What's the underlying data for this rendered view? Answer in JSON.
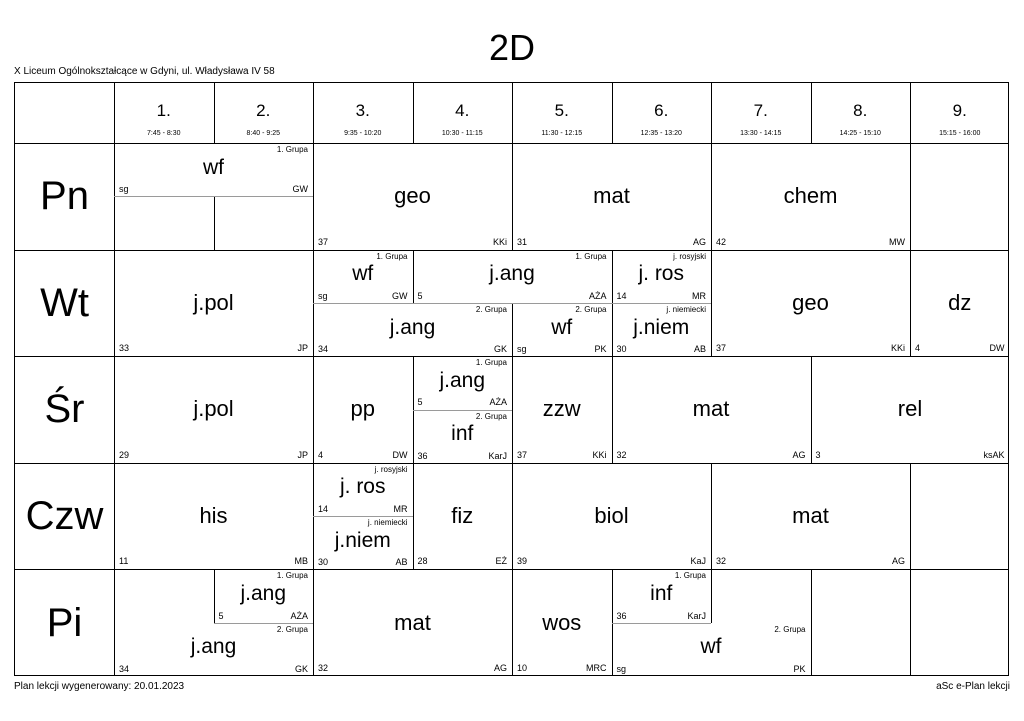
{
  "class_name": "2D",
  "school": "X Liceum Ogólnokształcące w Gdyni, ul. Władysława IV 58",
  "footer": {
    "generated": "Plan lekcji wygenerowany: 20.01.2023",
    "software": "aSc e-Plan lekcji"
  },
  "periods": [
    {
      "num": "1.",
      "time": "7:45 - 8:30"
    },
    {
      "num": "2.",
      "time": "8:40 - 9:25"
    },
    {
      "num": "3.",
      "time": "9:35 - 10:20"
    },
    {
      "num": "4.",
      "time": "10:30 - 11:15"
    },
    {
      "num": "5.",
      "time": "11:30 - 12:15"
    },
    {
      "num": "6.",
      "time": "12:35 - 13:20"
    },
    {
      "num": "7.",
      "time": "13:30 - 14:15"
    },
    {
      "num": "8.",
      "time": "14:25 - 15:10"
    },
    {
      "num": "9.",
      "time": "15:15 - 16:00"
    }
  ],
  "days": [
    "Pn",
    "Wt",
    "Śr",
    "Czw",
    "Pi"
  ],
  "lessons": [
    {
      "day": 0,
      "start": 0,
      "span": 2,
      "half": "top",
      "subject": "wf",
      "group": "1. Grupa",
      "room": "sg",
      "teacher": "GW"
    },
    {
      "day": 0,
      "start": 2,
      "span": 2,
      "half": "full",
      "subject": "geo",
      "group": "",
      "room": "37",
      "teacher": "KKi"
    },
    {
      "day": 0,
      "start": 4,
      "span": 2,
      "half": "full",
      "subject": "mat",
      "group": "",
      "room": "31",
      "teacher": "AG"
    },
    {
      "day": 0,
      "start": 6,
      "span": 2,
      "half": "full",
      "subject": "chem",
      "group": "",
      "room": "42",
      "teacher": "MW"
    },
    {
      "day": 1,
      "start": 0,
      "span": 2,
      "half": "full",
      "subject": "j.pol",
      "group": "",
      "room": "33",
      "teacher": "JP"
    },
    {
      "day": 1,
      "start": 2,
      "span": 1,
      "half": "top",
      "subject": "wf",
      "group": "1. Grupa",
      "room": "sg",
      "teacher": "GW"
    },
    {
      "day": 1,
      "start": 3,
      "span": 2,
      "half": "top",
      "subject": "j.ang",
      "group": "1. Grupa",
      "room": "5",
      "teacher": "AŻA"
    },
    {
      "day": 1,
      "start": 2,
      "span": 2,
      "half": "bottom",
      "subject": "j.ang",
      "group": "2. Grupa",
      "room": "34",
      "teacher": "GK"
    },
    {
      "day": 1,
      "start": 4,
      "span": 1,
      "half": "bottom",
      "subject": "wf",
      "group": "2. Grupa",
      "room": "sg",
      "teacher": "PK"
    },
    {
      "day": 1,
      "start": 5,
      "span": 1,
      "half": "top",
      "subject": "j. ros",
      "group": "j. rosyjski",
      "room": "14",
      "teacher": "MR"
    },
    {
      "day": 1,
      "start": 5,
      "span": 1,
      "half": "bottom",
      "subject": "j.niem",
      "group": "j. niemiecki",
      "room": "30",
      "teacher": "AB"
    },
    {
      "day": 1,
      "start": 6,
      "span": 2,
      "half": "full",
      "subject": "geo",
      "group": "",
      "room": "37",
      "teacher": "KKi"
    },
    {
      "day": 1,
      "start": 8,
      "span": 1,
      "half": "full",
      "subject": "dz",
      "group": "",
      "room": "4",
      "teacher": "DW"
    },
    {
      "day": 2,
      "start": 0,
      "span": 2,
      "half": "full",
      "subject": "j.pol",
      "group": "",
      "room": "29",
      "teacher": "JP"
    },
    {
      "day": 2,
      "start": 2,
      "span": 1,
      "half": "full",
      "subject": "pp",
      "group": "",
      "room": "4",
      "teacher": "DW"
    },
    {
      "day": 2,
      "start": 3,
      "span": 1,
      "half": "top",
      "subject": "j.ang",
      "group": "1. Grupa",
      "room": "5",
      "teacher": "AŻA"
    },
    {
      "day": 2,
      "start": 3,
      "span": 1,
      "half": "bottom",
      "subject": "inf",
      "group": "2. Grupa",
      "room": "36",
      "teacher": "KarJ"
    },
    {
      "day": 2,
      "start": 4,
      "span": 1,
      "half": "full",
      "subject": "zzw",
      "group": "",
      "room": "37",
      "teacher": "KKi"
    },
    {
      "day": 2,
      "start": 5,
      "span": 2,
      "half": "full",
      "subject": "mat",
      "group": "",
      "room": "32",
      "teacher": "AG"
    },
    {
      "day": 2,
      "start": 7,
      "span": 2,
      "half": "full",
      "subject": "rel",
      "group": "",
      "room": "3",
      "teacher": "ksAK"
    },
    {
      "day": 3,
      "start": 0,
      "span": 2,
      "half": "full",
      "subject": "his",
      "group": "",
      "room": "11",
      "teacher": "MB"
    },
    {
      "day": 3,
      "start": 2,
      "span": 1,
      "half": "top",
      "subject": "j. ros",
      "group": "j. rosyjski",
      "room": "14",
      "teacher": "MR"
    },
    {
      "day": 3,
      "start": 2,
      "span": 1,
      "half": "bottom",
      "subject": "j.niem",
      "group": "j. niemiecki",
      "room": "30",
      "teacher": "AB"
    },
    {
      "day": 3,
      "start": 3,
      "span": 1,
      "half": "full",
      "subject": "fiz",
      "group": "",
      "room": "28",
      "teacher": "EŻ"
    },
    {
      "day": 3,
      "start": 4,
      "span": 2,
      "half": "full",
      "subject": "biol",
      "group": "",
      "room": "39",
      "teacher": "KaJ"
    },
    {
      "day": 3,
      "start": 6,
      "span": 2,
      "half": "full",
      "subject": "mat",
      "group": "",
      "room": "32",
      "teacher": "AG"
    },
    {
      "day": 4,
      "start": 1,
      "span": 1,
      "half": "top",
      "subject": "j.ang",
      "group": "1. Grupa",
      "room": "5",
      "teacher": "AŻA"
    },
    {
      "day": 4,
      "start": 0,
      "span": 2,
      "half": "bottom",
      "subject": "j.ang",
      "group": "2. Grupa",
      "room": "34",
      "teacher": "GK"
    },
    {
      "day": 4,
      "start": 2,
      "span": 2,
      "half": "full",
      "subject": "mat",
      "group": "",
      "room": "32",
      "teacher": "AG"
    },
    {
      "day": 4,
      "start": 4,
      "span": 1,
      "half": "full",
      "subject": "wos",
      "group": "",
      "room": "10",
      "teacher": "MRC"
    },
    {
      "day": 4,
      "start": 5,
      "span": 1,
      "half": "top",
      "subject": "inf",
      "group": "1. Grupa",
      "room": "36",
      "teacher": "KarJ"
    },
    {
      "day": 4,
      "start": 5,
      "span": 2,
      "half": "bottom",
      "subject": "wf",
      "group": "2. Grupa",
      "room": "sg",
      "teacher": "PK"
    }
  ]
}
